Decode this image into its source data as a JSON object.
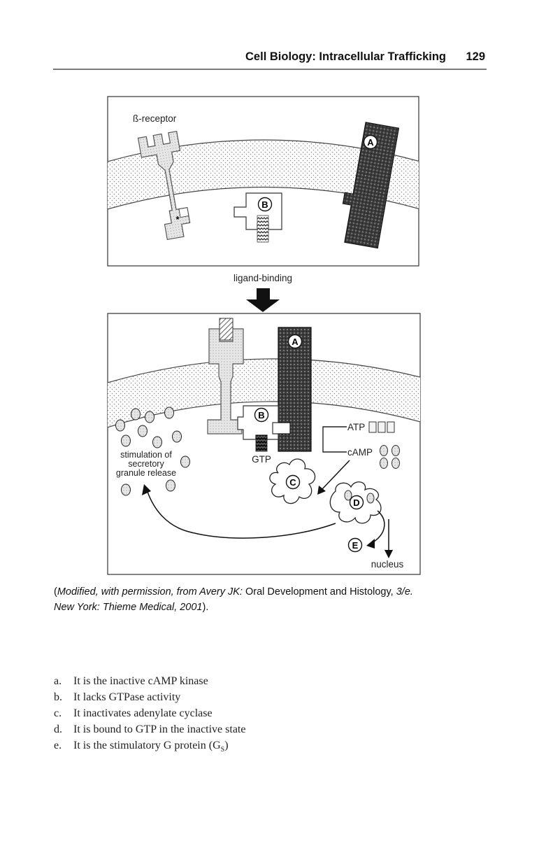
{
  "header": {
    "title": "Cell Biology: Intracellular Trafficking",
    "page_number": "129"
  },
  "figure": {
    "top_panel": {
      "receptor_label": "ß-receptor",
      "label_a": "A",
      "label_b": "B",
      "asterisk": "*"
    },
    "arrow_label": "ligand-binding",
    "bottom_panel": {
      "label_a": "A",
      "label_b": "B",
      "label_c": "C",
      "label_d": "D",
      "label_e": "E",
      "gtp": "GTP",
      "atp": "ATP",
      "camp": "cAMP",
      "secretion_lines": [
        "stimulation of",
        "secretory",
        "granule release"
      ],
      "nucleus": "nucleus"
    }
  },
  "caption": {
    "part1": "(",
    "part2": "Modified, with permission, from Avery JK:",
    "part3": " Oral Development and Histology, ",
    "part4": "3/e.",
    "part5": "New York: Thieme Medical, 2001",
    "part6": ")."
  },
  "options": [
    {
      "letter": "a.",
      "text": "It is the inactive cAMP kinase"
    },
    {
      "letter": "b.",
      "text": "It lacks GTPase activity"
    },
    {
      "letter": "c.",
      "text": "It inactivates adenylate cyclase"
    },
    {
      "letter": "d.",
      "text": "It is bound to GTP in the inactive state"
    },
    {
      "letter": "e.",
      "text": "It is the stimulatory G protein (G",
      "subscript": "S",
      "suffix": ")"
    }
  ]
}
